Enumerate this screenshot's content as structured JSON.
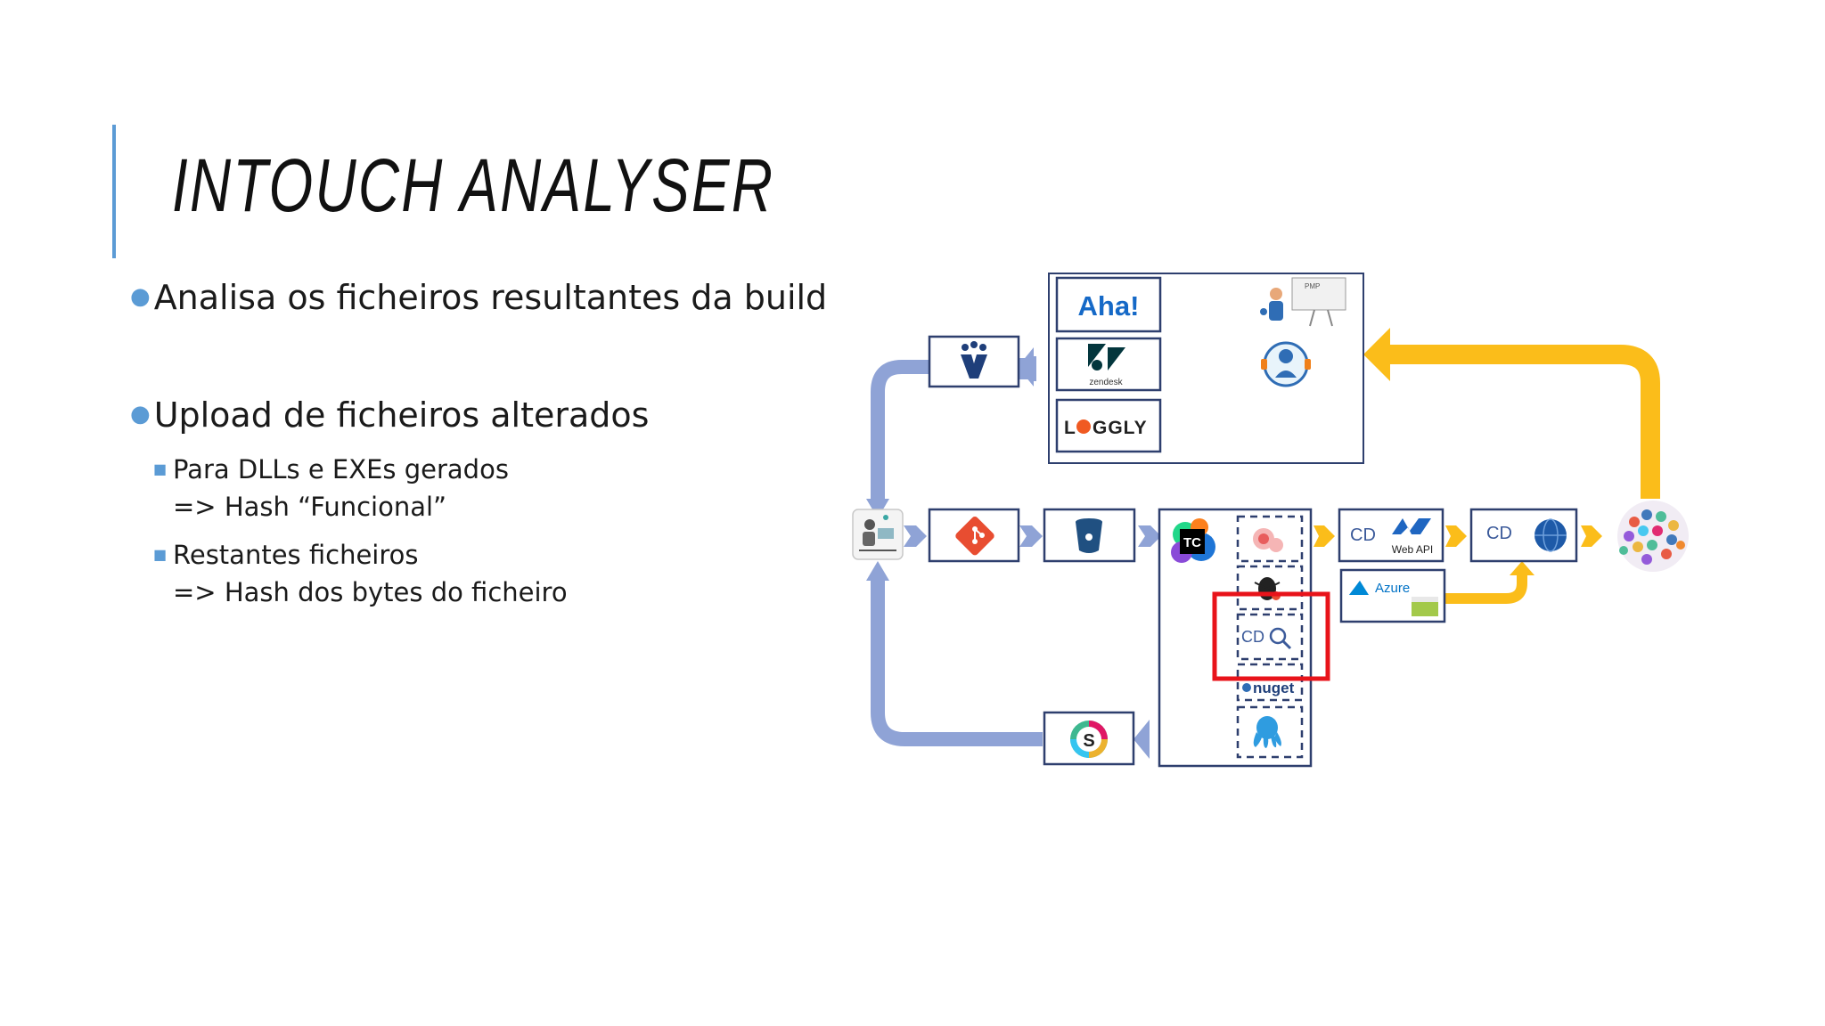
{
  "slide": {
    "title": "INTOUCH ANALYSER",
    "bullets": [
      {
        "text": "Analisa os ficheiros resultantes da build",
        "sub": []
      },
      {
        "text": "Upload de ficheiros alterados",
        "sub": [
          {
            "line1": "Para DLLs e EXEs gerados",
            "line2": "=> Hash “Funcional”"
          },
          {
            "line1": "Restantes ficheiros",
            "line2": "=> Hash dos bytes do ficheiro"
          }
        ]
      }
    ]
  },
  "diagram": {
    "labels": {
      "aha": "Aha!",
      "zendesk": "zendesk",
      "loggly_l": "L",
      "loggly_rest": "GGLY",
      "pmp": "PMP",
      "cd_webapi": "CD",
      "webapi": "Web API",
      "azure": "Azure",
      "cd_globe": "CD",
      "teamcity": "TC",
      "cd_search": "CD",
      "nuget": "nuget",
      "slack": "S"
    },
    "colors": {
      "blue_arrow": "#8fa3d6",
      "yellow_arrow": "#fbbd1a",
      "box_border": "#2e3f6e",
      "highlight": "#e8131a",
      "accent": "#5b9bd5"
    }
  }
}
